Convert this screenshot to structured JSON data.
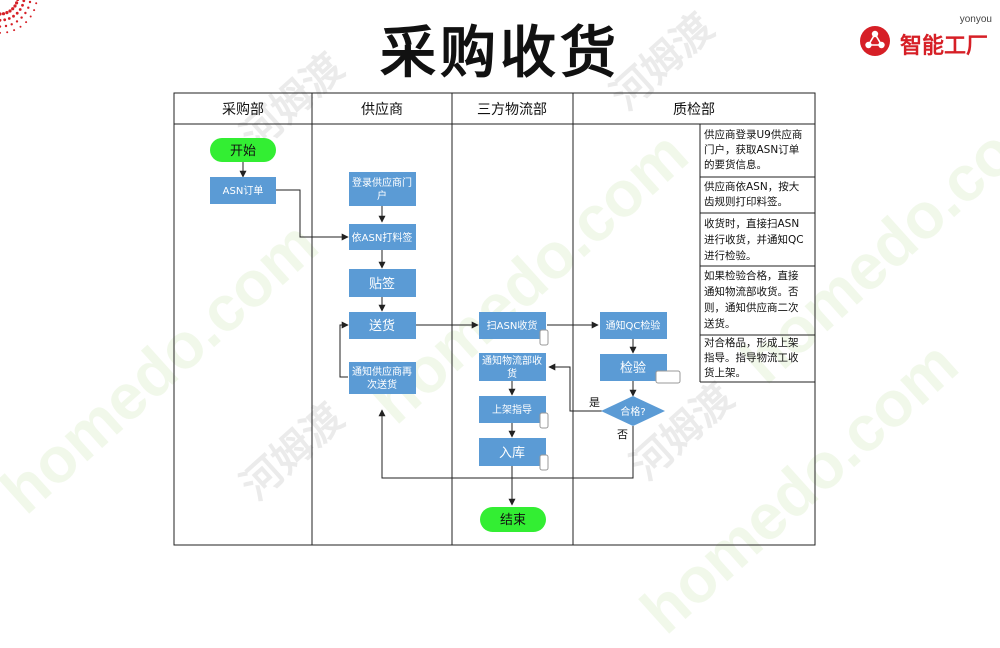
{
  "page": {
    "title": "采购收货",
    "brand": {
      "name": "智能工厂",
      "sub": "yonyou"
    },
    "watermark": {
      "latin": "homedo.com",
      "cjk": "河姆渡"
    }
  },
  "lanes": [
    {
      "id": "procure",
      "label": "采购部"
    },
    {
      "id": "supplier",
      "label": "供应商"
    },
    {
      "id": "logistics",
      "label": "三方物流部"
    },
    {
      "id": "qc",
      "label": "质检部"
    }
  ],
  "nodes": {
    "start": "开始",
    "asn_order": "ASN订单",
    "login_portal": [
      "登录供应商门",
      "户"
    ],
    "print_label": "依ASN打料签",
    "label": "贴签",
    "deliver": "送货",
    "notify_resend": [
      "通知供应商再",
      "次送货"
    ],
    "scan_receive": "扫ASN收货",
    "notify_logistics": [
      "通知物流部收",
      "货"
    ],
    "shelf_guide": "上架指导",
    "stock_in": "入库",
    "end": "结束",
    "notify_qc": "通知QC检验",
    "inspect": "检验",
    "qualified": "合格?"
  },
  "branch_labels": {
    "yes": "是",
    "no": "否"
  },
  "notes": [
    [
      "供应商登录U9供应商",
      "门户，获取ASN订单",
      "的要货信息。"
    ],
    [
      "供应商依ASN，按大",
      "齿规则打印料签。"
    ],
    [
      "收货时，直接扫ASN",
      "进行收货，并通知QC",
      "进行检验。"
    ],
    [
      "如果检验合格，直接",
      "通知物流部收货。否",
      "则，通知供应商二次",
      "送货。"
    ],
    [
      "对合格品，形成上架",
      "指导。指导物流工收",
      "货上架。"
    ]
  ],
  "colors": {
    "process": "#5b9bd5",
    "terminal": "#33ee33",
    "grid": "#222222",
    "title": "#111111",
    "brand": "#d61f26"
  }
}
